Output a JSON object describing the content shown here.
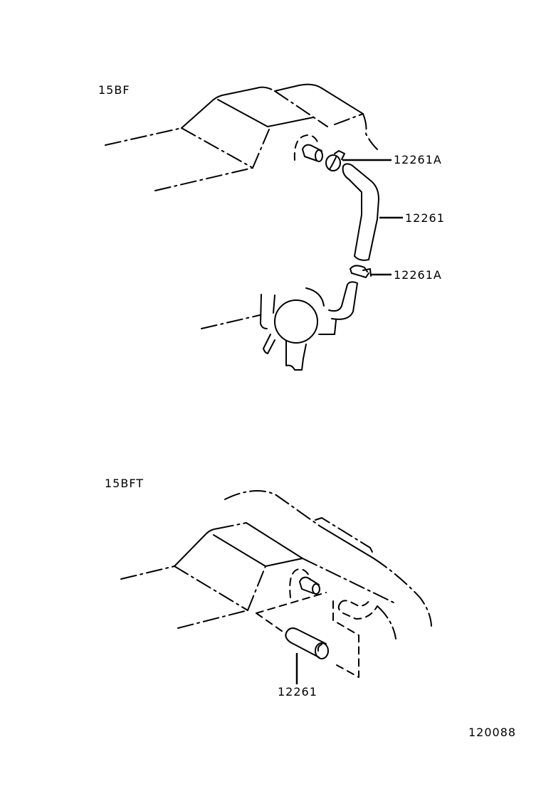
{
  "diagram": {
    "sections": [
      {
        "variant_label": "15BF",
        "parts": [
          {
            "callout": "12261A",
            "description": "hose clamp (upper)"
          },
          {
            "callout": "12261",
            "description": "ventilation hose"
          },
          {
            "callout": "12261A",
            "description": "hose clamp (lower)"
          }
        ]
      },
      {
        "variant_label": "15BFT",
        "parts": [
          {
            "callout": "12261",
            "description": "ventilation hose"
          }
        ]
      }
    ],
    "figure_number": "120088"
  }
}
